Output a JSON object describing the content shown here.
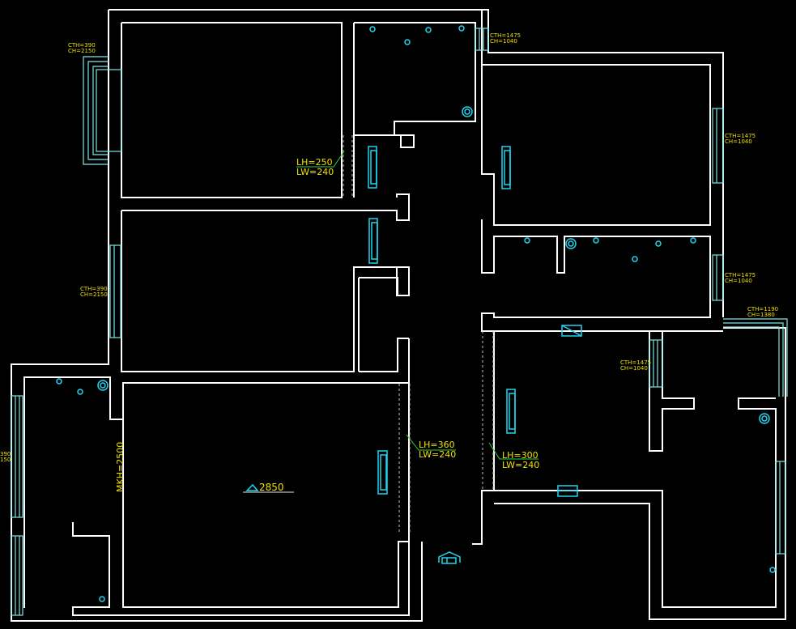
{
  "window_tags": [
    {
      "cth": "CTH=390",
      "ch": "CH=2150"
    },
    {
      "cth": "CTH=1475",
      "ch": "CH=1040"
    },
    {
      "cth": "CTH=1475",
      "ch": "CH=1040"
    },
    {
      "cth": "CTH=390",
      "ch": "CH=2150"
    },
    {
      "cth": "CTH=1475",
      "ch": "CH=1040"
    },
    {
      "cth": "CTH=1190",
      "ch": "CH=1380"
    },
    {
      "cth": "CTH=1475",
      "ch": "CH=1040"
    },
    {
      "cth": "390",
      "ch": "150"
    }
  ],
  "beams": [
    {
      "lh": "LH=250",
      "lw": "LW=240"
    },
    {
      "lh": "LH=360",
      "lw": "LW=240"
    },
    {
      "lh": "LH=300",
      "lw": "LW=240"
    }
  ],
  "living_room": {
    "mkh": "MKH=2500",
    "ceiling_height": "2850"
  },
  "colors": {
    "walls": "#ffffff",
    "fixtures": "#1fd6f0",
    "annotations": "#f0e000",
    "leaders": "#2fcf3f",
    "background": "#000000"
  }
}
